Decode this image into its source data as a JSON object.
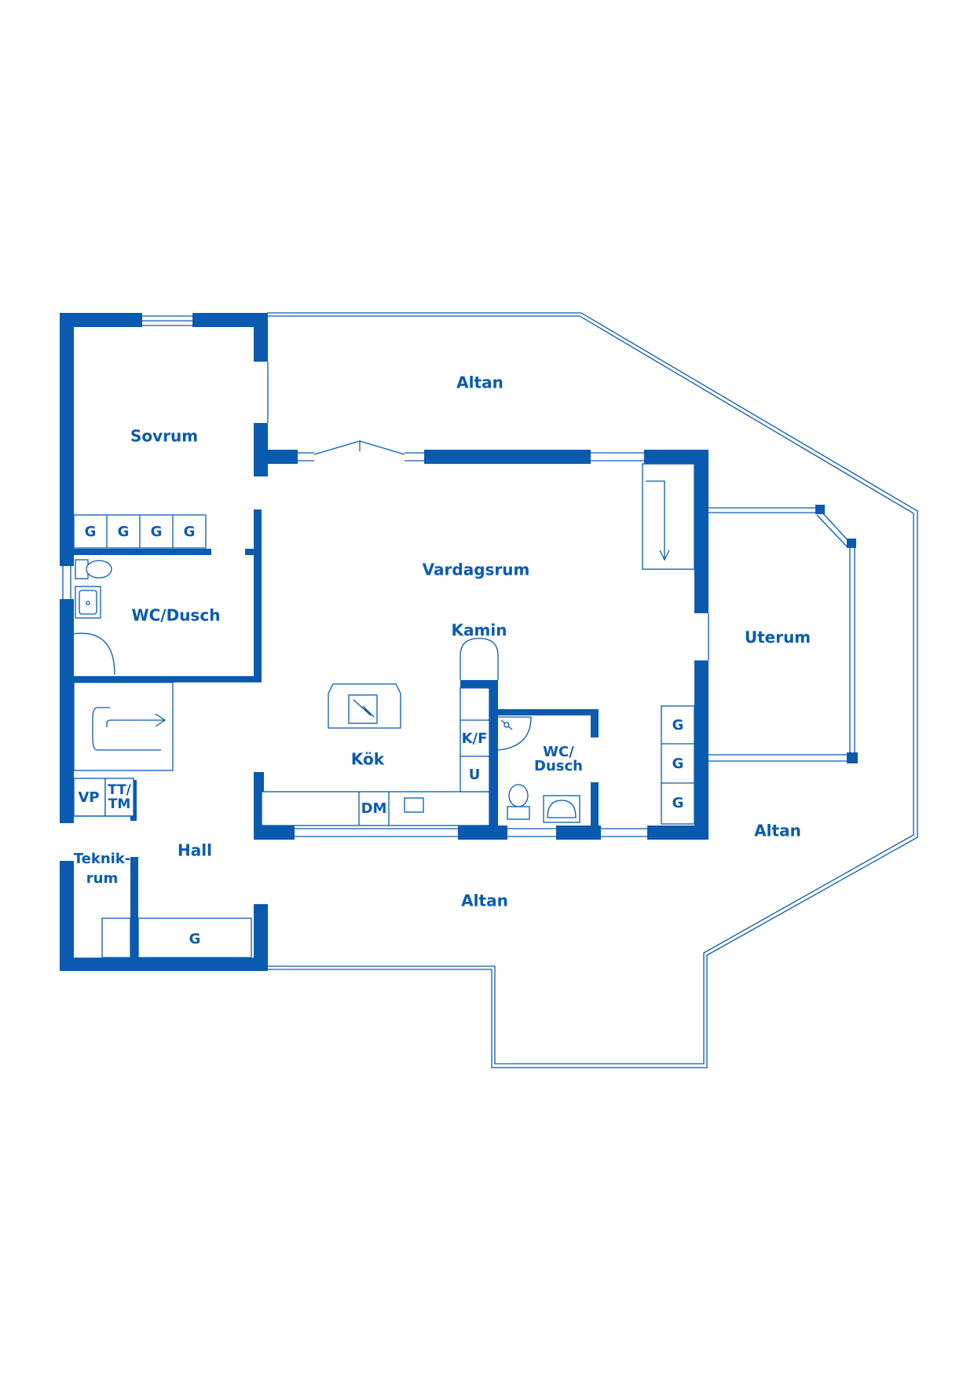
{
  "rooms": {
    "altan_north": "Altan",
    "sovrum": "Sovrum",
    "vardagsrum": "Vardagsrum",
    "kamin": "Kamin",
    "uterum": "Uterum",
    "wc_dusch_west": "WC/Dusch",
    "kok": "Kök",
    "wc_dusch_east_line1": "WC/",
    "wc_dusch_east_line2": "Dusch",
    "hall": "Hall",
    "teknikrum_line1": "Teknik-",
    "teknikrum_line2": "rum",
    "altan_south": "Altan",
    "altan_east": "Altan"
  },
  "fixtures": {
    "wardrobe": "G",
    "fridge_freezer": "K/F",
    "oven": "U",
    "dishwasher": "DM",
    "heat_pump": "VP",
    "washer_dryer_line1": "TT/",
    "washer_dryer_line2": "TM"
  },
  "colors": {
    "wall": "#0a5bb0",
    "background": "#ffffff"
  }
}
